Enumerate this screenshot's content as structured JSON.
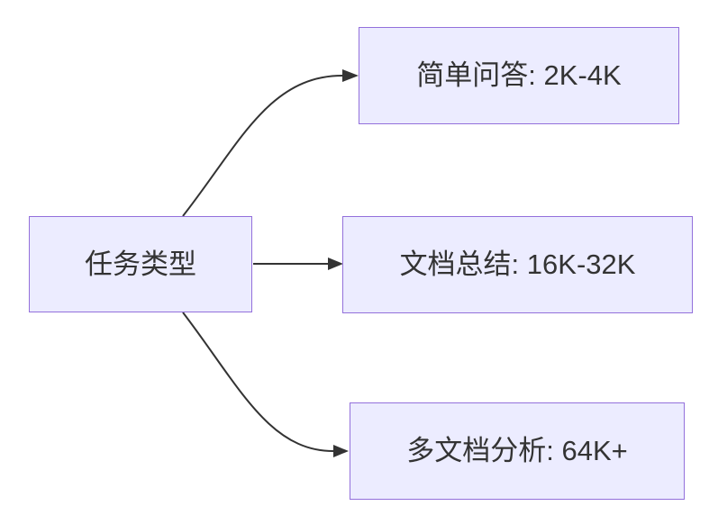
{
  "diagram": {
    "type": "flowchart-left-to-right",
    "background_color": "#ffffff",
    "colors": {
      "node_fill": "#ECECFF",
      "node_border": "#9370DB",
      "edge_line": "#333333",
      "node_text": "#333333"
    },
    "nodes": {
      "root": {
        "label": "任务类型"
      },
      "simple_qa": {
        "label": "简单问答: 2K-4K"
      },
      "doc_summary": {
        "label": "文档总结: 16K-32K"
      },
      "multi_doc": {
        "label": "多文档分析: 64K+"
      }
    },
    "edges": [
      {
        "from": "root",
        "to": "simple_qa"
      },
      {
        "from": "root",
        "to": "doc_summary"
      },
      {
        "from": "root",
        "to": "multi_doc"
      }
    ]
  }
}
